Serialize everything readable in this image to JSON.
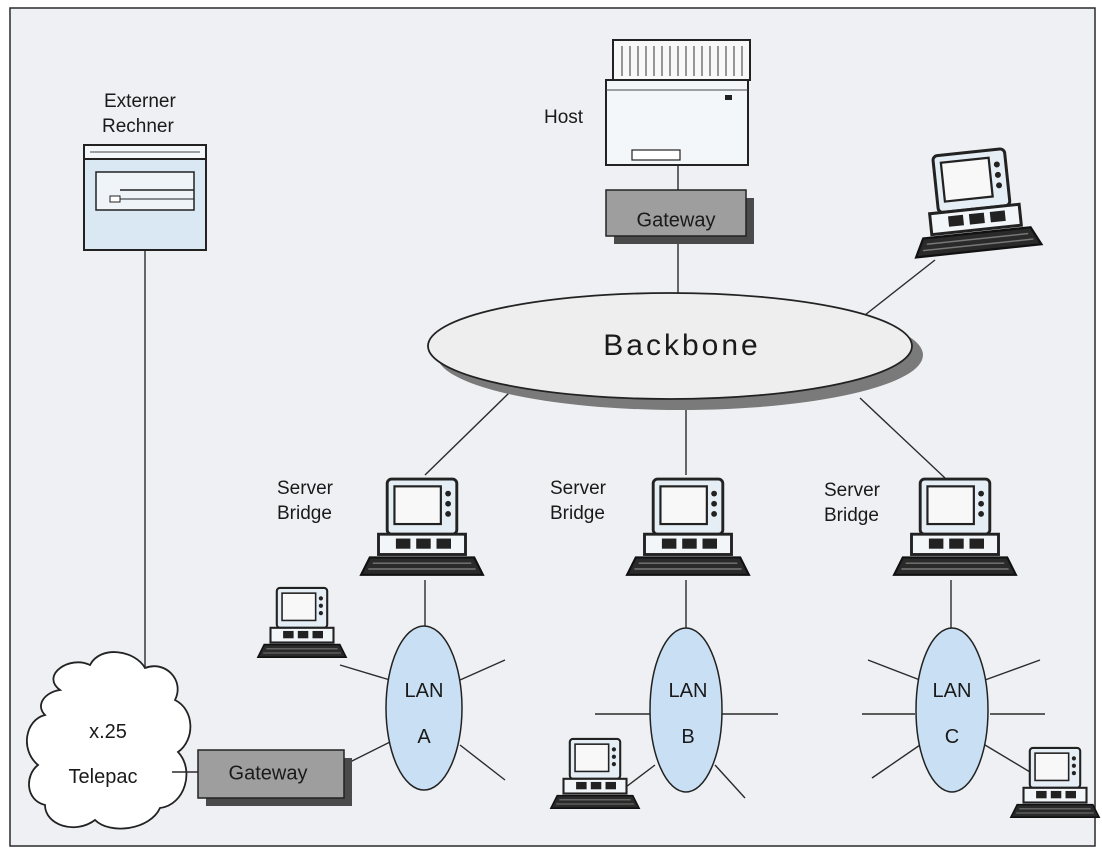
{
  "colors": {
    "paper": "#eef0f3",
    "frame": "#2a2a2a",
    "device_fill": "#d9e8f2",
    "device_light": "#f4f7fa",
    "line": "#2b2b2b",
    "gateway_fill": "#9e9e9e",
    "gateway_shadow": "#4a4a4a",
    "backbone_fill": "#eeeeee",
    "backbone_shadow": "#7a7a7a",
    "lan_fill": "#c9dff3",
    "cloud_fill": "#ffffff"
  },
  "labels": {
    "externer": "Externer",
    "rechner": "Rechner",
    "host": "Host",
    "gateway_top": "Gateway",
    "backbone": "Backbone",
    "server_a_1": "Server",
    "server_a_2": "Bridge",
    "server_b_1": "Server",
    "server_b_2": "Bridge",
    "server_c_1": "Server",
    "server_c_2": "Bridge",
    "lan_a_1": "LAN",
    "lan_a_2": "A",
    "lan_b_1": "LAN",
    "lan_b_2": "B",
    "lan_c_1": "LAN",
    "lan_c_2": "C",
    "x25": "x.25",
    "telepac": "Telepac",
    "gateway_bottom": "Gateway"
  },
  "icons": [
    "external-computer-icon",
    "host-mainframe-icon",
    "workstation-icon",
    "server-pc-icon",
    "pc-icon",
    "cloud-icon"
  ]
}
